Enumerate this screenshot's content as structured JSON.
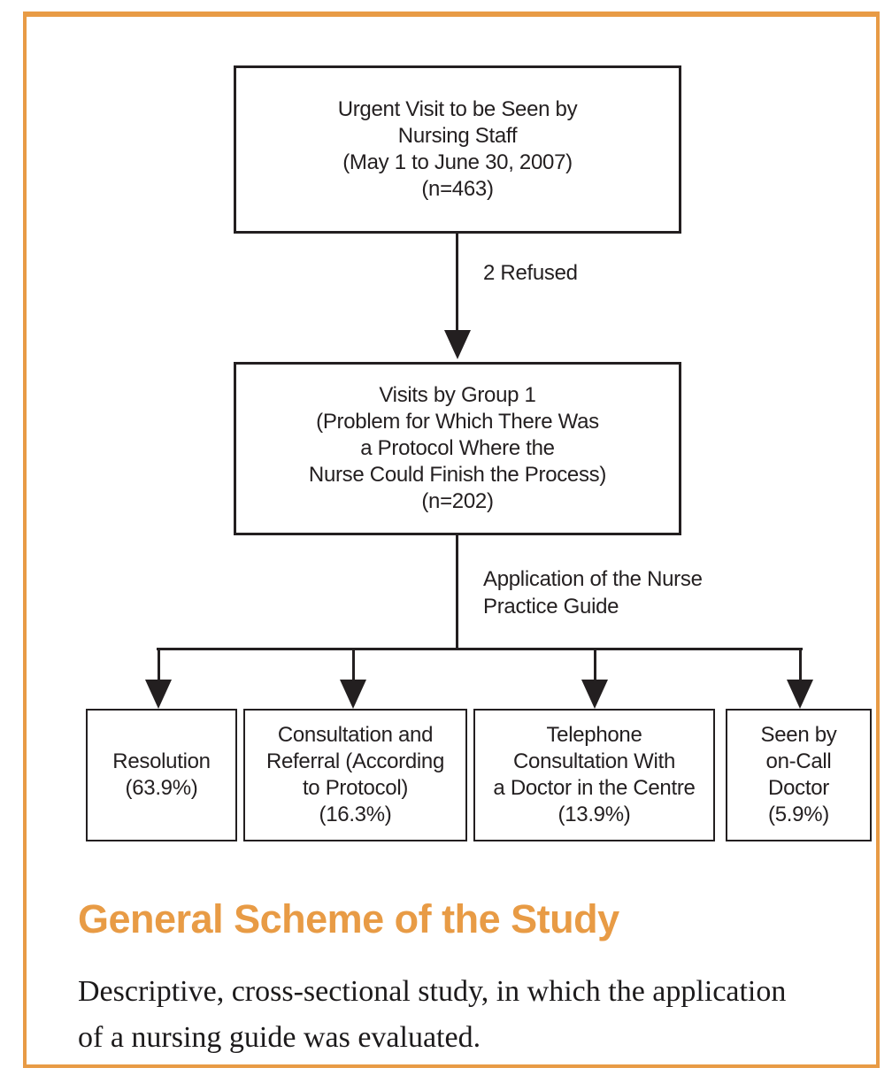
{
  "colors": {
    "accent": "#e89b45",
    "ink": "#231f20"
  },
  "flowchart": {
    "top_box": {
      "lines": [
        "Urgent Visit to be Seen by",
        "Nursing Staff",
        "(May 1 to June 30, 2007)",
        "(n=463)"
      ]
    },
    "refused_label": "2 Refused",
    "group_box": {
      "lines": [
        "Visits by Group 1",
        "(Problem for Which There Was",
        "a Protocol Where the",
        "Nurse Could Finish the Process)",
        "(n=202)"
      ]
    },
    "guide_label_lines": [
      "Application of the Nurse",
      "Practice Guide"
    ],
    "outcomes": [
      {
        "lines": [
          "Resolution",
          "(63.9%)"
        ]
      },
      {
        "lines": [
          "Consultation and",
          "Referral (According",
          "to Protocol)",
          "(16.3%)"
        ]
      },
      {
        "lines": [
          "Telephone",
          "Consultation With",
          "a Doctor in the Centre",
          "(13.9%)"
        ]
      },
      {
        "lines": [
          "Seen by",
          "on-Call",
          "Doctor",
          "(5.9%)"
        ]
      }
    ]
  },
  "caption": {
    "title": "General Scheme of the Study",
    "body_lines": [
      "Descriptive, cross-sectional study, in which the application",
      "of a nursing guide was evaluated."
    ]
  }
}
